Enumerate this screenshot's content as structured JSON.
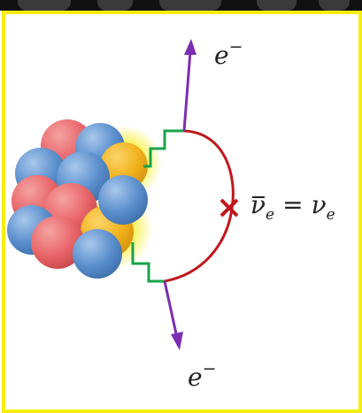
{
  "labels": {
    "electron_top": "e",
    "electron_bottom": "e",
    "electron_charge": "−",
    "neutrino_nu": "ν",
    "neutrino_sub": "e",
    "equals": "="
  },
  "colors": {
    "frame_border": "#f6ee10",
    "proton": "#e8666a",
    "neutron": "#5b8fcc",
    "excited_nucleon": "#f2b21e",
    "glow": "#f6ee10",
    "w_boson_line": "#19a34a",
    "neutrino_line": "#c0171d",
    "electron_arrow": "#7b2fb0",
    "majorana_cross": "#c0171d"
  },
  "icons": {
    "nucleus": "nucleus-icon",
    "cross": "x-mark-icon"
  }
}
